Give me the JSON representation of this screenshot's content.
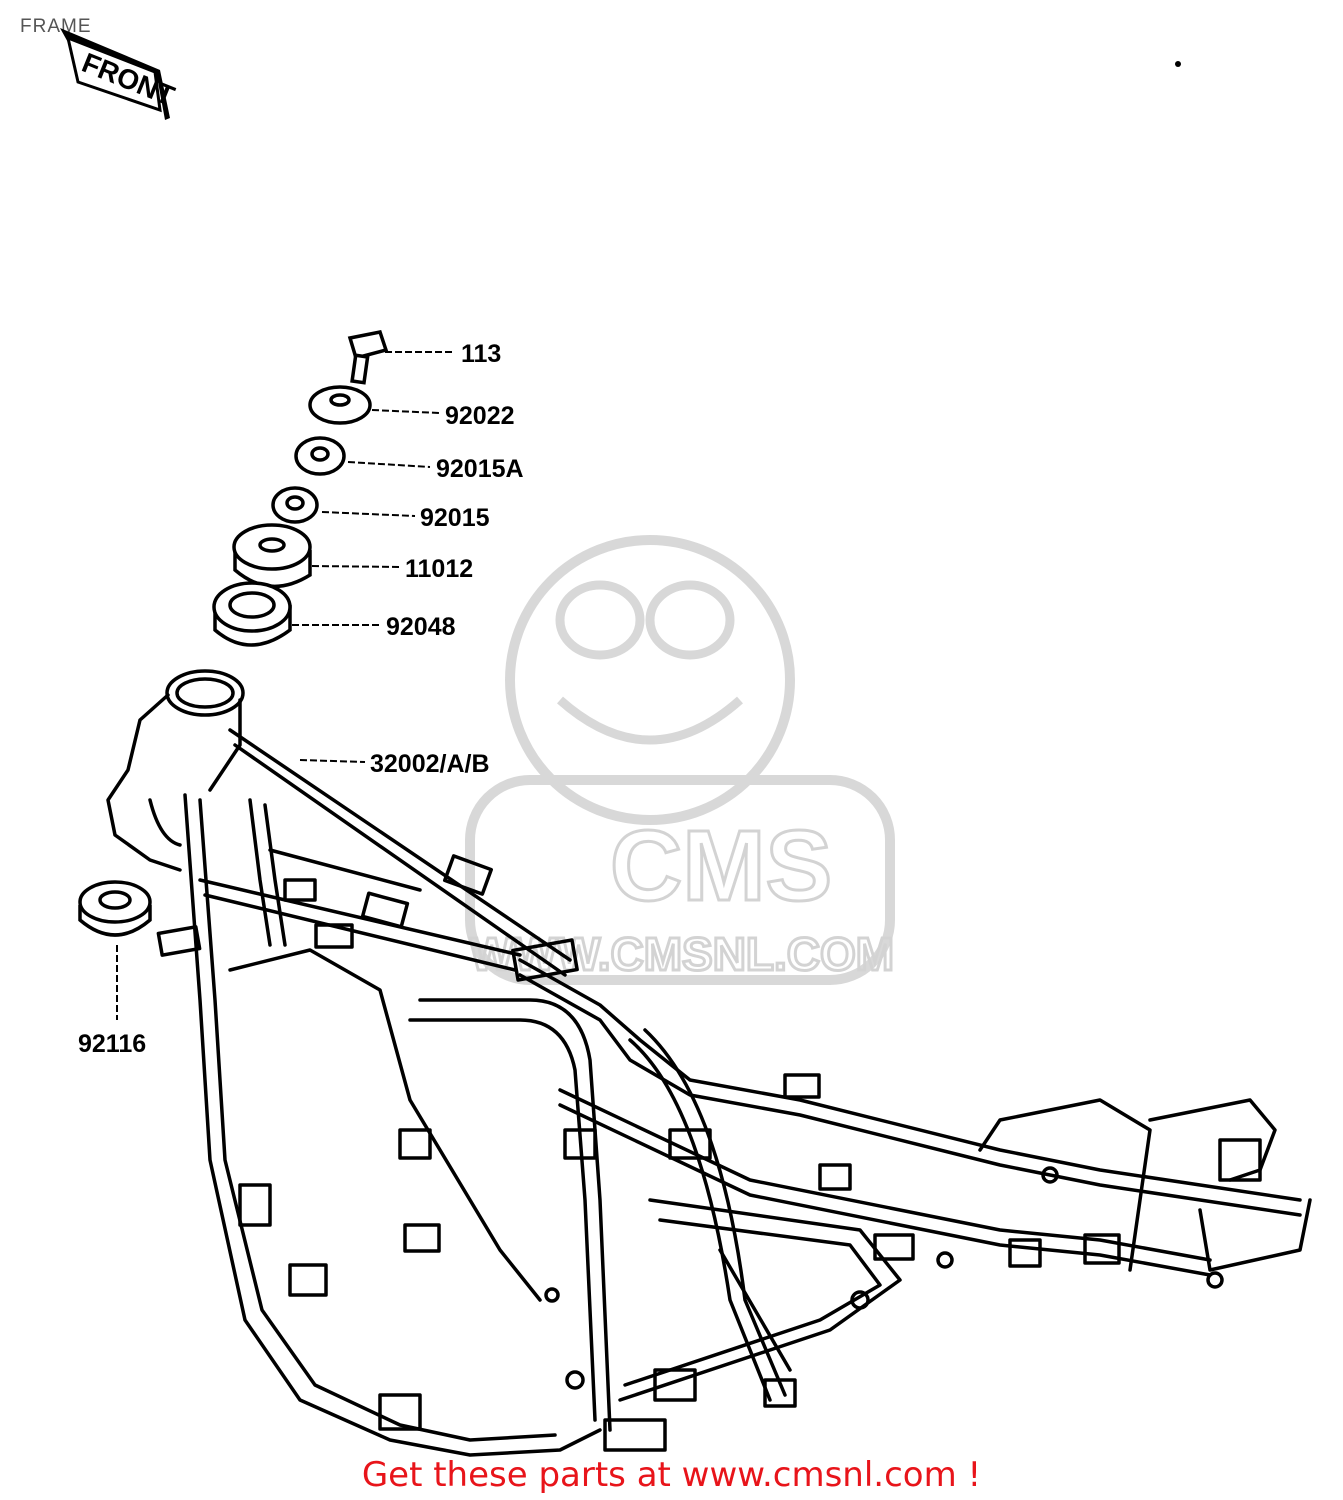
{
  "header": {
    "title": "FRAME"
  },
  "front_tag": {
    "label": "FRONT"
  },
  "watermark": {
    "brand": "CMS",
    "url": "WWW.CMSNL.COM"
  },
  "callouts": [
    {
      "id": "113",
      "label": "113"
    },
    {
      "id": "92022",
      "label": "92022"
    },
    {
      "id": "92015A",
      "label": "92015A"
    },
    {
      "id": "92015",
      "label": "92015"
    },
    {
      "id": "11012",
      "label": "11012"
    },
    {
      "id": "92048",
      "label": "92048"
    },
    {
      "id": "32002",
      "label": "32002/A/B"
    },
    {
      "id": "92116",
      "label": "92116"
    }
  ],
  "footer": {
    "cta": "Get these parts at www.cmsnl.com !"
  },
  "colors": {
    "cta": "#e8141a",
    "ink": "#000000",
    "watermark": "#cfcfcf"
  }
}
